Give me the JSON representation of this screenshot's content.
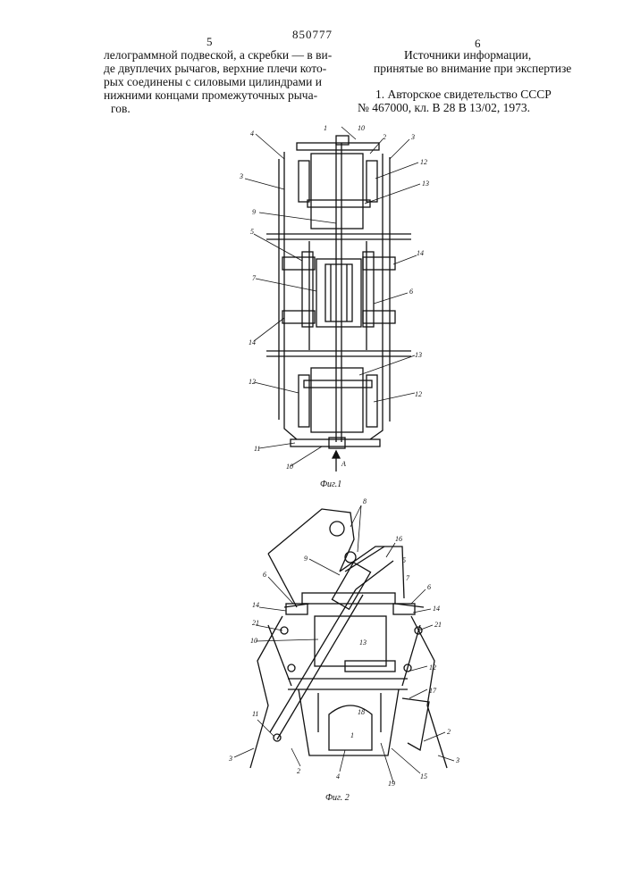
{
  "header": {
    "page_left": "5",
    "patent_number": "850777",
    "page_right": "6"
  },
  "left_column": {
    "lines": [
      "лелограммной подвеской, а скребки — в ви-",
      "де двуплечих рычагов, верхние плечи кото-",
      "рых соединены с силовыми цилиндрами и",
      "нижними концами промежуточных рыча-",
      "гов."
    ]
  },
  "right_column": {
    "heading_lines": [
      "Источники информации,",
      "принятые во внимание при экспертизе"
    ],
    "reference_lines": [
      "1. Авторское свидетельство СССР",
      "№ 467000, кл. В 28 В 13/02, 1973."
    ]
  },
  "figure1": {
    "caption": "Фиг.1",
    "arrow_label": "A",
    "callouts": [
      "1",
      "10",
      "2",
      "3",
      "4",
      "12",
      "3",
      "13",
      "9",
      "5",
      "14",
      "7",
      "6",
      "14",
      "13",
      "12",
      "12",
      "11",
      "10"
    ]
  },
  "figure2": {
    "caption": "Фиг. 2",
    "callouts": [
      "8",
      "16",
      "9",
      "5",
      "6",
      "7",
      "6",
      "14",
      "14",
      "21",
      "21",
      "10",
      "13",
      "12",
      "17",
      "18",
      "11",
      "2",
      "3",
      "3",
      "2",
      "1",
      "4",
      "19",
      "15"
    ]
  }
}
